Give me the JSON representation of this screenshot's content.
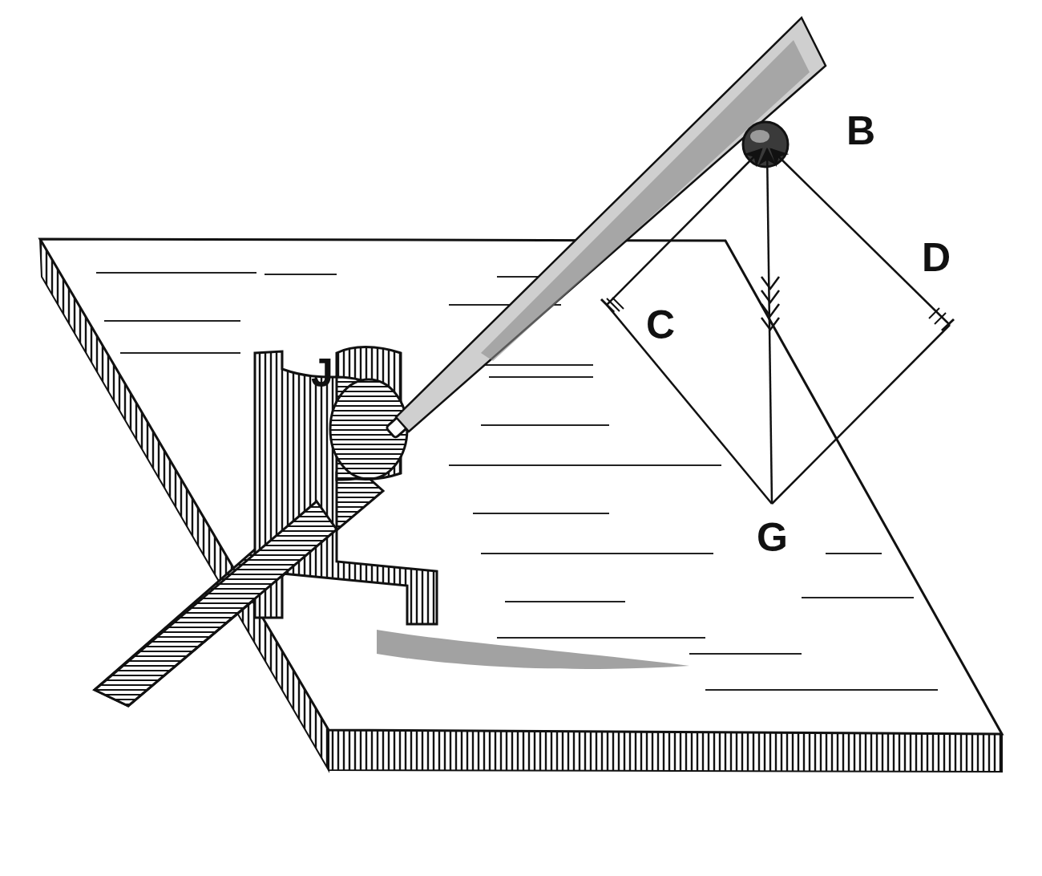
{
  "diagram": {
    "labels": [
      "J",
      "B",
      "C",
      "D",
      "G"
    ]
  }
}
